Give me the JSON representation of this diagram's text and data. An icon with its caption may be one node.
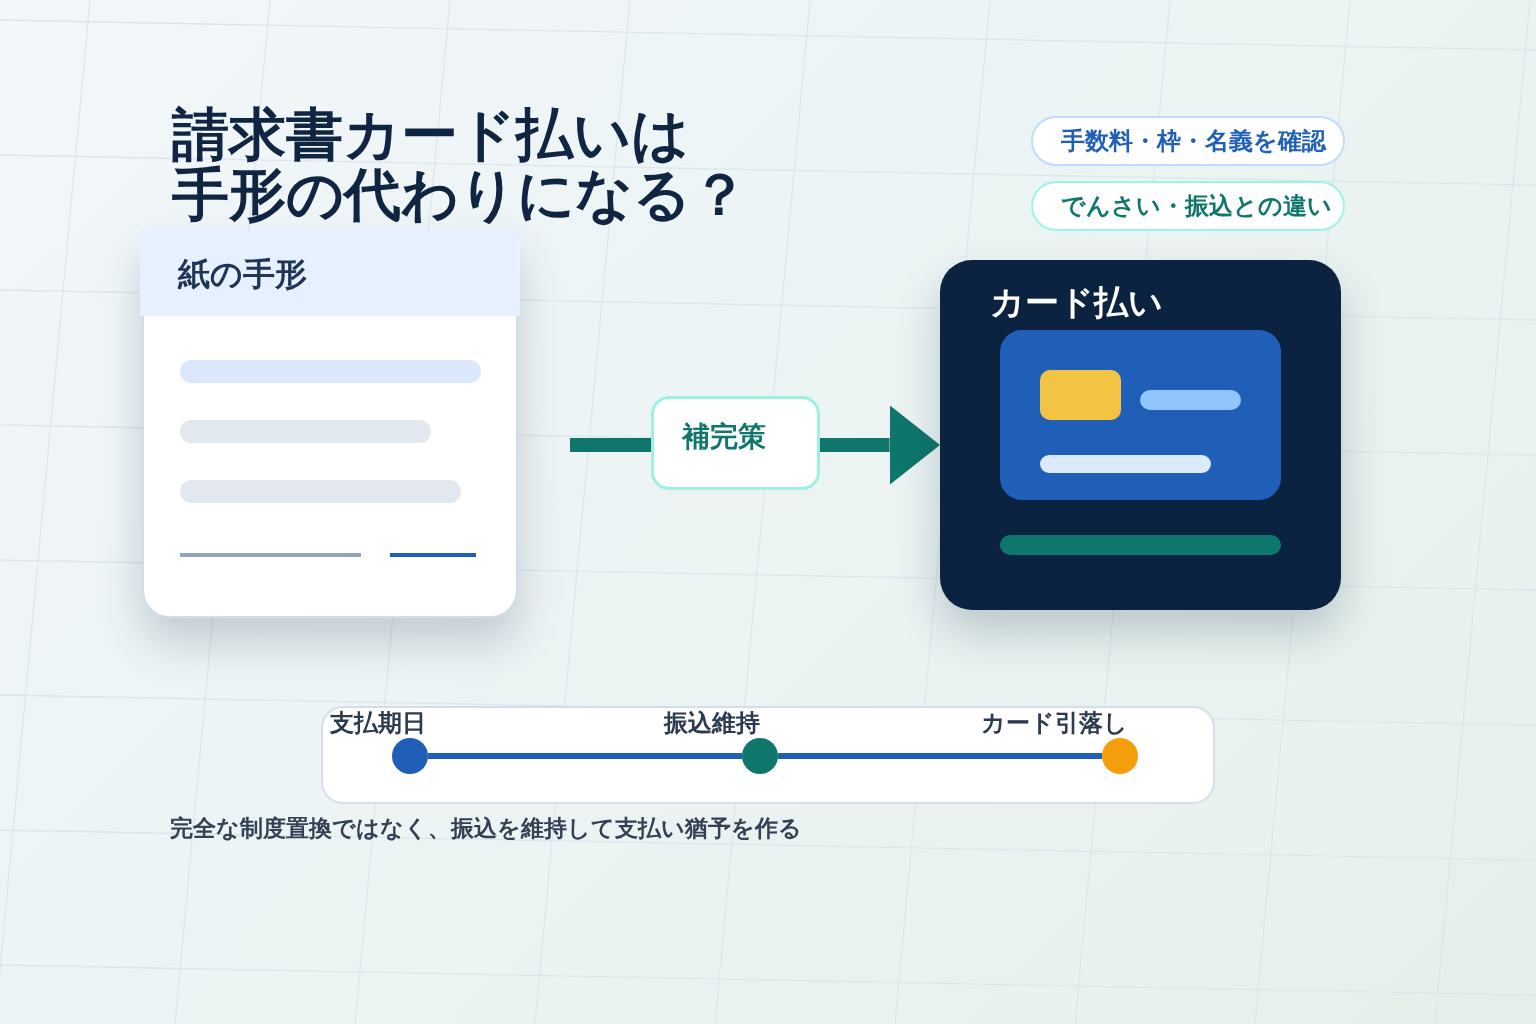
{
  "diagram": {
    "title": "請求書カード払いは手形の代わりになる？",
    "caption": "完全な制度置換ではなく、振込を維持して支払い猶予を作る",
    "nodes": [
      {
        "text": [
          "紙の手形"
        ]
      },
      {
        "text": [
          "補完策"
        ]
      },
      {
        "text": [
          "カード払い"
        ]
      },
      {
        "text": [
          "手数料・枠・名義を確認"
        ]
      },
      {
        "text": [
          "でんさい・振込との違い"
        ]
      },
      {
        "text": [],
        "shape": "circle",
        "beside": [
          "支払期日"
        ]
      },
      {
        "text": [],
        "shape": "circle",
        "beside": [
          "振込維持"
        ]
      },
      {
        "text": [],
        "shape": "circle",
        "beside": [
          "カード引落し"
        ]
      }
    ],
    "edges": [
      {
        "from": null,
        "to": 1,
        "arrow": "none",
        "style": "thick",
        "color": "#0f766b"
      },
      {
        "from": 1,
        "to": 2,
        "arrow": "to",
        "style": "thick",
        "color": "#0f766b"
      },
      {
        "from": 5,
        "to": 6,
        "arrow": "none"
      },
      {
        "from": 6,
        "to": 7,
        "arrow": "none"
      }
    ]
  }
}
